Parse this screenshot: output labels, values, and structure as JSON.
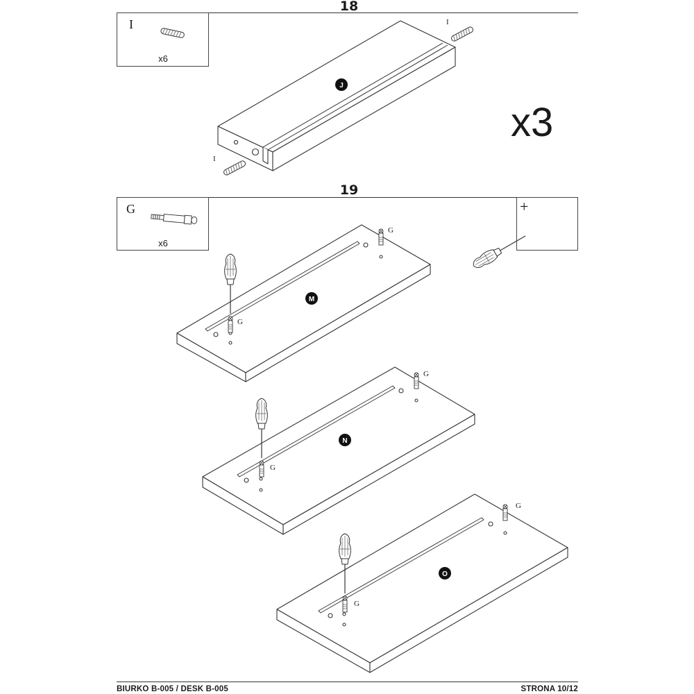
{
  "step18": {
    "number": "18",
    "part_box": {
      "letter": "I",
      "quantity": "x6",
      "icon": "wooden-dowel-icon"
    },
    "panel_label": "J",
    "dowel_label": "I",
    "multiplier": "x3"
  },
  "step19": {
    "number": "19",
    "part_box": {
      "letter": "G",
      "quantity": "x6",
      "icon": "cam-bolt-icon"
    },
    "tool_box": {
      "symbol": "+",
      "icon": "phillips-screwdriver-icon"
    },
    "panels": [
      {
        "label": "M"
      },
      {
        "label": "N"
      },
      {
        "label": "O"
      }
    ],
    "bolt_label": "G"
  },
  "footer": {
    "left": "BIURKO B-005 / DESK B-005",
    "right": "STRONA 10/12"
  },
  "colors": {
    "line": "#333333",
    "badge": "#111111",
    "background": "#ffffff"
  }
}
